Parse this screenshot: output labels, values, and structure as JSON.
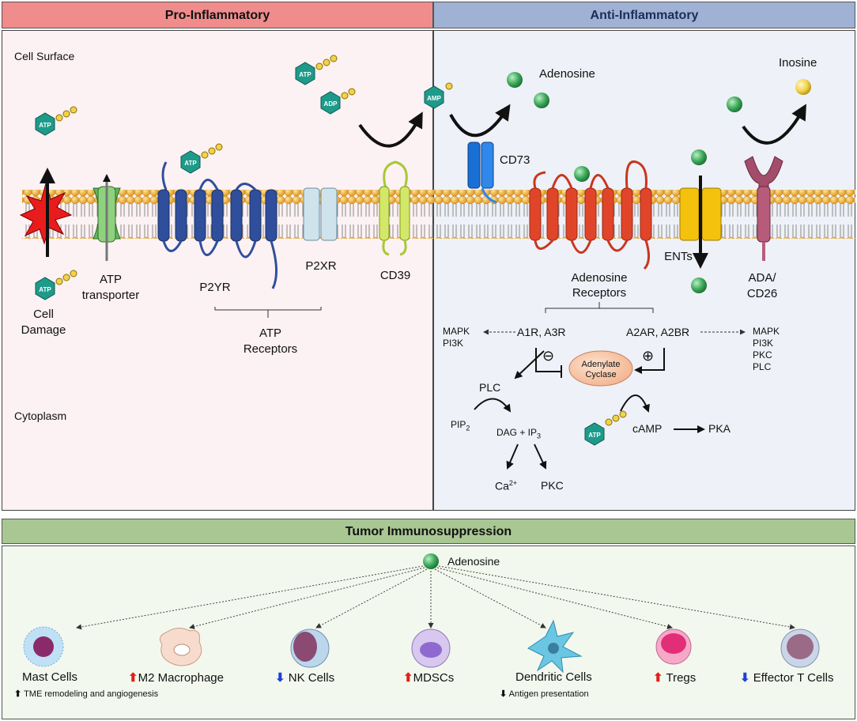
{
  "headers": {
    "pro": "Pro-Inflammatory",
    "anti": "Anti-Inflammatory",
    "tumor": "Tumor Immunosuppression"
  },
  "regions": {
    "cell_surface": "Cell Surface",
    "cytoplasm": "Cytoplasm"
  },
  "molecules": {
    "atp": "ATP",
    "adp": "ADP",
    "amp": "AMP",
    "adenosine": "Adenosine",
    "inosine": "Inosine"
  },
  "membrane_labels": {
    "cell_damage": [
      "Cell",
      "Damage"
    ],
    "atp_transporter": [
      "ATP",
      "transporter"
    ],
    "p2yr": "P2YR",
    "p2xr": "P2XR",
    "cd39": "CD39",
    "atp_receptors": [
      "ATP",
      "Receptors"
    ],
    "cd73": "CD73",
    "ents": "ENTs",
    "ada": [
      "ADA/",
      "CD26"
    ],
    "adenosine_receptors": [
      "Adenosine",
      "Receptors"
    ]
  },
  "signaling": {
    "a1r_a3r": "A1R, A3R",
    "a2ar_a2br": "A2AR, A2BR",
    "left_kinases": [
      "MAPK",
      "PI3K"
    ],
    "right_kinases": [
      "MAPK",
      "PI3K",
      "PKC",
      "PLC"
    ],
    "minus": "⊖",
    "plus": "⊕",
    "adenylate_cyclase": [
      "Adenylate",
      "Cyclase"
    ],
    "plc": "PLC",
    "pip2": "PIP",
    "pip2_sub": "2",
    "dag_ip3": "DAG + IP",
    "ip3_sub": "3",
    "ca": "Ca",
    "ca_sup": "2+",
    "pkc": "PKC",
    "camp": "cAMP",
    "pka": "PKA"
  },
  "tumor": {
    "source": "Adenosine",
    "cells": [
      {
        "label": "Mast Cells",
        "arrow": "",
        "note": "TME remodeling and angiogenesis",
        "note_arrow": "⬆"
      },
      {
        "label": "M2 Macrophage",
        "arrow": "⬆",
        "note": "",
        "note_arrow": ""
      },
      {
        "label": "NK Cells",
        "arrow": "⬇",
        "note": "",
        "note_arrow": ""
      },
      {
        "label": "MDSCs",
        "arrow": "⬆",
        "note": "",
        "note_arrow": ""
      },
      {
        "label": "Dendritic Cells",
        "arrow": "",
        "note": "Antigen presentation",
        "note_arrow": "⬇"
      },
      {
        "label": "Tregs",
        "arrow": "⬆",
        "note": "",
        "note_arrow": ""
      },
      {
        "label": "Effector T Cells",
        "arrow": "⬇",
        "note": "",
        "note_arrow": ""
      }
    ]
  },
  "colors": {
    "pro_header": "#f08c8c",
    "anti_header": "#9fb2d4",
    "tumor_header": "#a9c793",
    "atp_hex": "#1e9a8a",
    "adenosine_sphere": "#3aa657",
    "inosine_sphere": "#f2d24a",
    "p2yr": "#2f4f9c",
    "adenosine_receptor": "#e0452a",
    "up_arrow": "#e0201a",
    "down_arrow": "#1f3fd8"
  }
}
